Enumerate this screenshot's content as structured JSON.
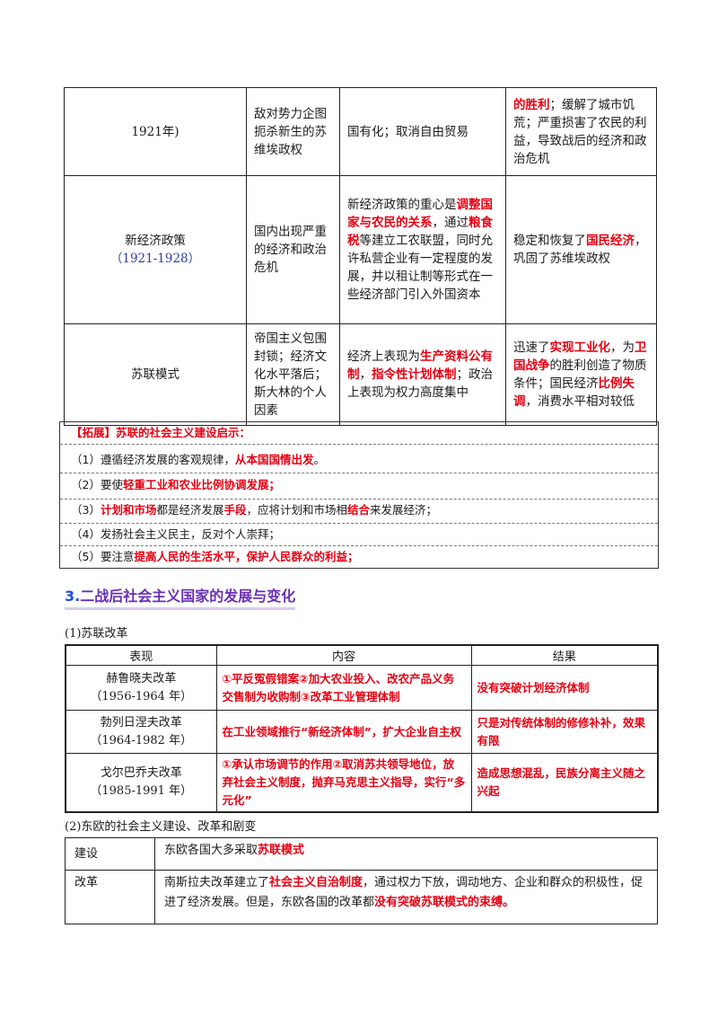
{
  "ussr_models": {
    "rows": [
      {
        "name": "",
        "period": "1921年)",
        "background": "敌对势力企图扼杀新生的苏维埃政权",
        "content": [
          {
            "t": "国有化；取消自由贸易",
            "r": false
          }
        ],
        "result": [
          {
            "t": "的胜利",
            "r": true
          },
          {
            "t": "；缓解了城市饥荒；严重损害了农民的利益，导致战后的经济和政治危机",
            "r": false
          }
        ]
      },
      {
        "name": "新经济政策",
        "period": "（1921-1928）",
        "background": "国内出现严重的经济和政治危机",
        "content": [
          {
            "t": "新经济政策的重心是",
            "r": false
          },
          {
            "t": "调整国家与农民的关系",
            "r": true
          },
          {
            "t": "，通过",
            "r": false
          },
          {
            "t": "粮食税",
            "r": true
          },
          {
            "t": "等建立工农联盟，同时允许私营企业有一定程度的发展，并以租让制等形式在一些经济部门引入外国资本",
            "r": false
          }
        ],
        "result": [
          {
            "t": "稳定和恢复了",
            "r": false
          },
          {
            "t": "国民经济",
            "r": true
          },
          {
            "t": "，巩固了苏维埃政权",
            "r": false
          }
        ]
      },
      {
        "name": "苏联模式",
        "period": "",
        "background": "帝国主义包围封锁；经济文化水平落后；斯大林的个人因素",
        "content": [
          {
            "t": "经济上表现为",
            "r": false
          },
          {
            "t": "生产资料公有制",
            "r": true
          },
          {
            "t": "，",
            "r": false
          },
          {
            "t": "指令性计划体制",
            "r": true
          },
          {
            "t": "；政治上表现为权力高度集中",
            "r": false
          }
        ],
        "result": [
          {
            "t": "迅速了",
            "r": false
          },
          {
            "t": "实现工业化",
            "r": true
          },
          {
            "t": "，为",
            "r": false
          },
          {
            "t": "卫国战争",
            "r": true
          },
          {
            "t": "的胜利创造了物质条件；国民经济",
            "r": false
          },
          {
            "t": "比例失调",
            "r": true
          },
          {
            "t": "，消费水平相对较低",
            "r": false
          }
        ]
      }
    ]
  },
  "expansion": {
    "title": "【拓展】苏联的社会主义建设启示：",
    "items": [
      [
        {
          "t": "（1）遵循经济发展的客观规律，",
          "r": false
        },
        {
          "t": "从本国国情出发",
          "r": true
        },
        {
          "t": "。",
          "r": false
        }
      ],
      [
        {
          "t": "（2）要使",
          "r": false
        },
        {
          "t": "轻重工业和农业比例协调发展；",
          "r": true
        }
      ],
      [
        {
          "t": "（3）",
          "r": false
        },
        {
          "t": "计划和市场",
          "r": true
        },
        {
          "t": "都是经济发展",
          "r": false
        },
        {
          "t": "手段",
          "r": true
        },
        {
          "t": "，应将计划和市场相",
          "r": false
        },
        {
          "t": "结合",
          "r": true
        },
        {
          "t": "来发展经济；",
          "r": false
        }
      ],
      [
        {
          "t": "（4）发扬社会主义民主，反对个人崇拜；",
          "r": false
        }
      ],
      [
        {
          "t": "（5）要注意",
          "r": false
        },
        {
          "t": "提高人民的生活水平，保护人民群众的利益；",
          "r": true
        }
      ]
    ]
  },
  "section3": {
    "num": "3.",
    "title": "二战后社会主义国家的发展与变化"
  },
  "soviet_reform": {
    "label": "(1)苏联改革",
    "headers": [
      "表现",
      "内容",
      "结果"
    ],
    "rows": [
      {
        "name": "赫鲁晓夫改革",
        "period": "（1956-1964 年）",
        "content": "①平反冤假错案②加大农业投入、改农产品义务交售制为收购制③改革工业管理体制",
        "result": "没有突破计划经济体制"
      },
      {
        "name": "勃列日涅夫改革",
        "period": "（1964-1982 年）",
        "content": "在工业领域推行“新经济体制”，扩大企业自主权",
        "result": "只是对传统体制的修修补补，效果有限"
      },
      {
        "name": "戈尔巴乔夫改革",
        "period": "（1985-1991 年）",
        "content": "①承认市场调节的作用②取消苏共领导地位，放弃社会主义制度，抛弃马克思主义指导，实行“多元化”",
        "result": "造成思想混乱，民族分离主义随之兴起"
      }
    ]
  },
  "east_europe": {
    "label": "(2)东欧的社会主义建设、改革和剧变",
    "rows": [
      {
        "key": "建设",
        "text": [
          {
            "t": "东欧各国大多采取",
            "r": false
          },
          {
            "t": "苏联模式",
            "r": true
          }
        ]
      },
      {
        "key": "改革",
        "text": [
          {
            "t": "南斯拉夫改革建立了",
            "r": false
          },
          {
            "t": "社会主义自治制度",
            "r": true
          },
          {
            "t": "，通过权力下放，调动地方、企业和群众的积极性，促进了经济发展。但是，东欧各国的改革都",
            "r": false
          },
          {
            "t": "没有突破苏联模式的束缚。",
            "r": true
          }
        ]
      }
    ]
  }
}
